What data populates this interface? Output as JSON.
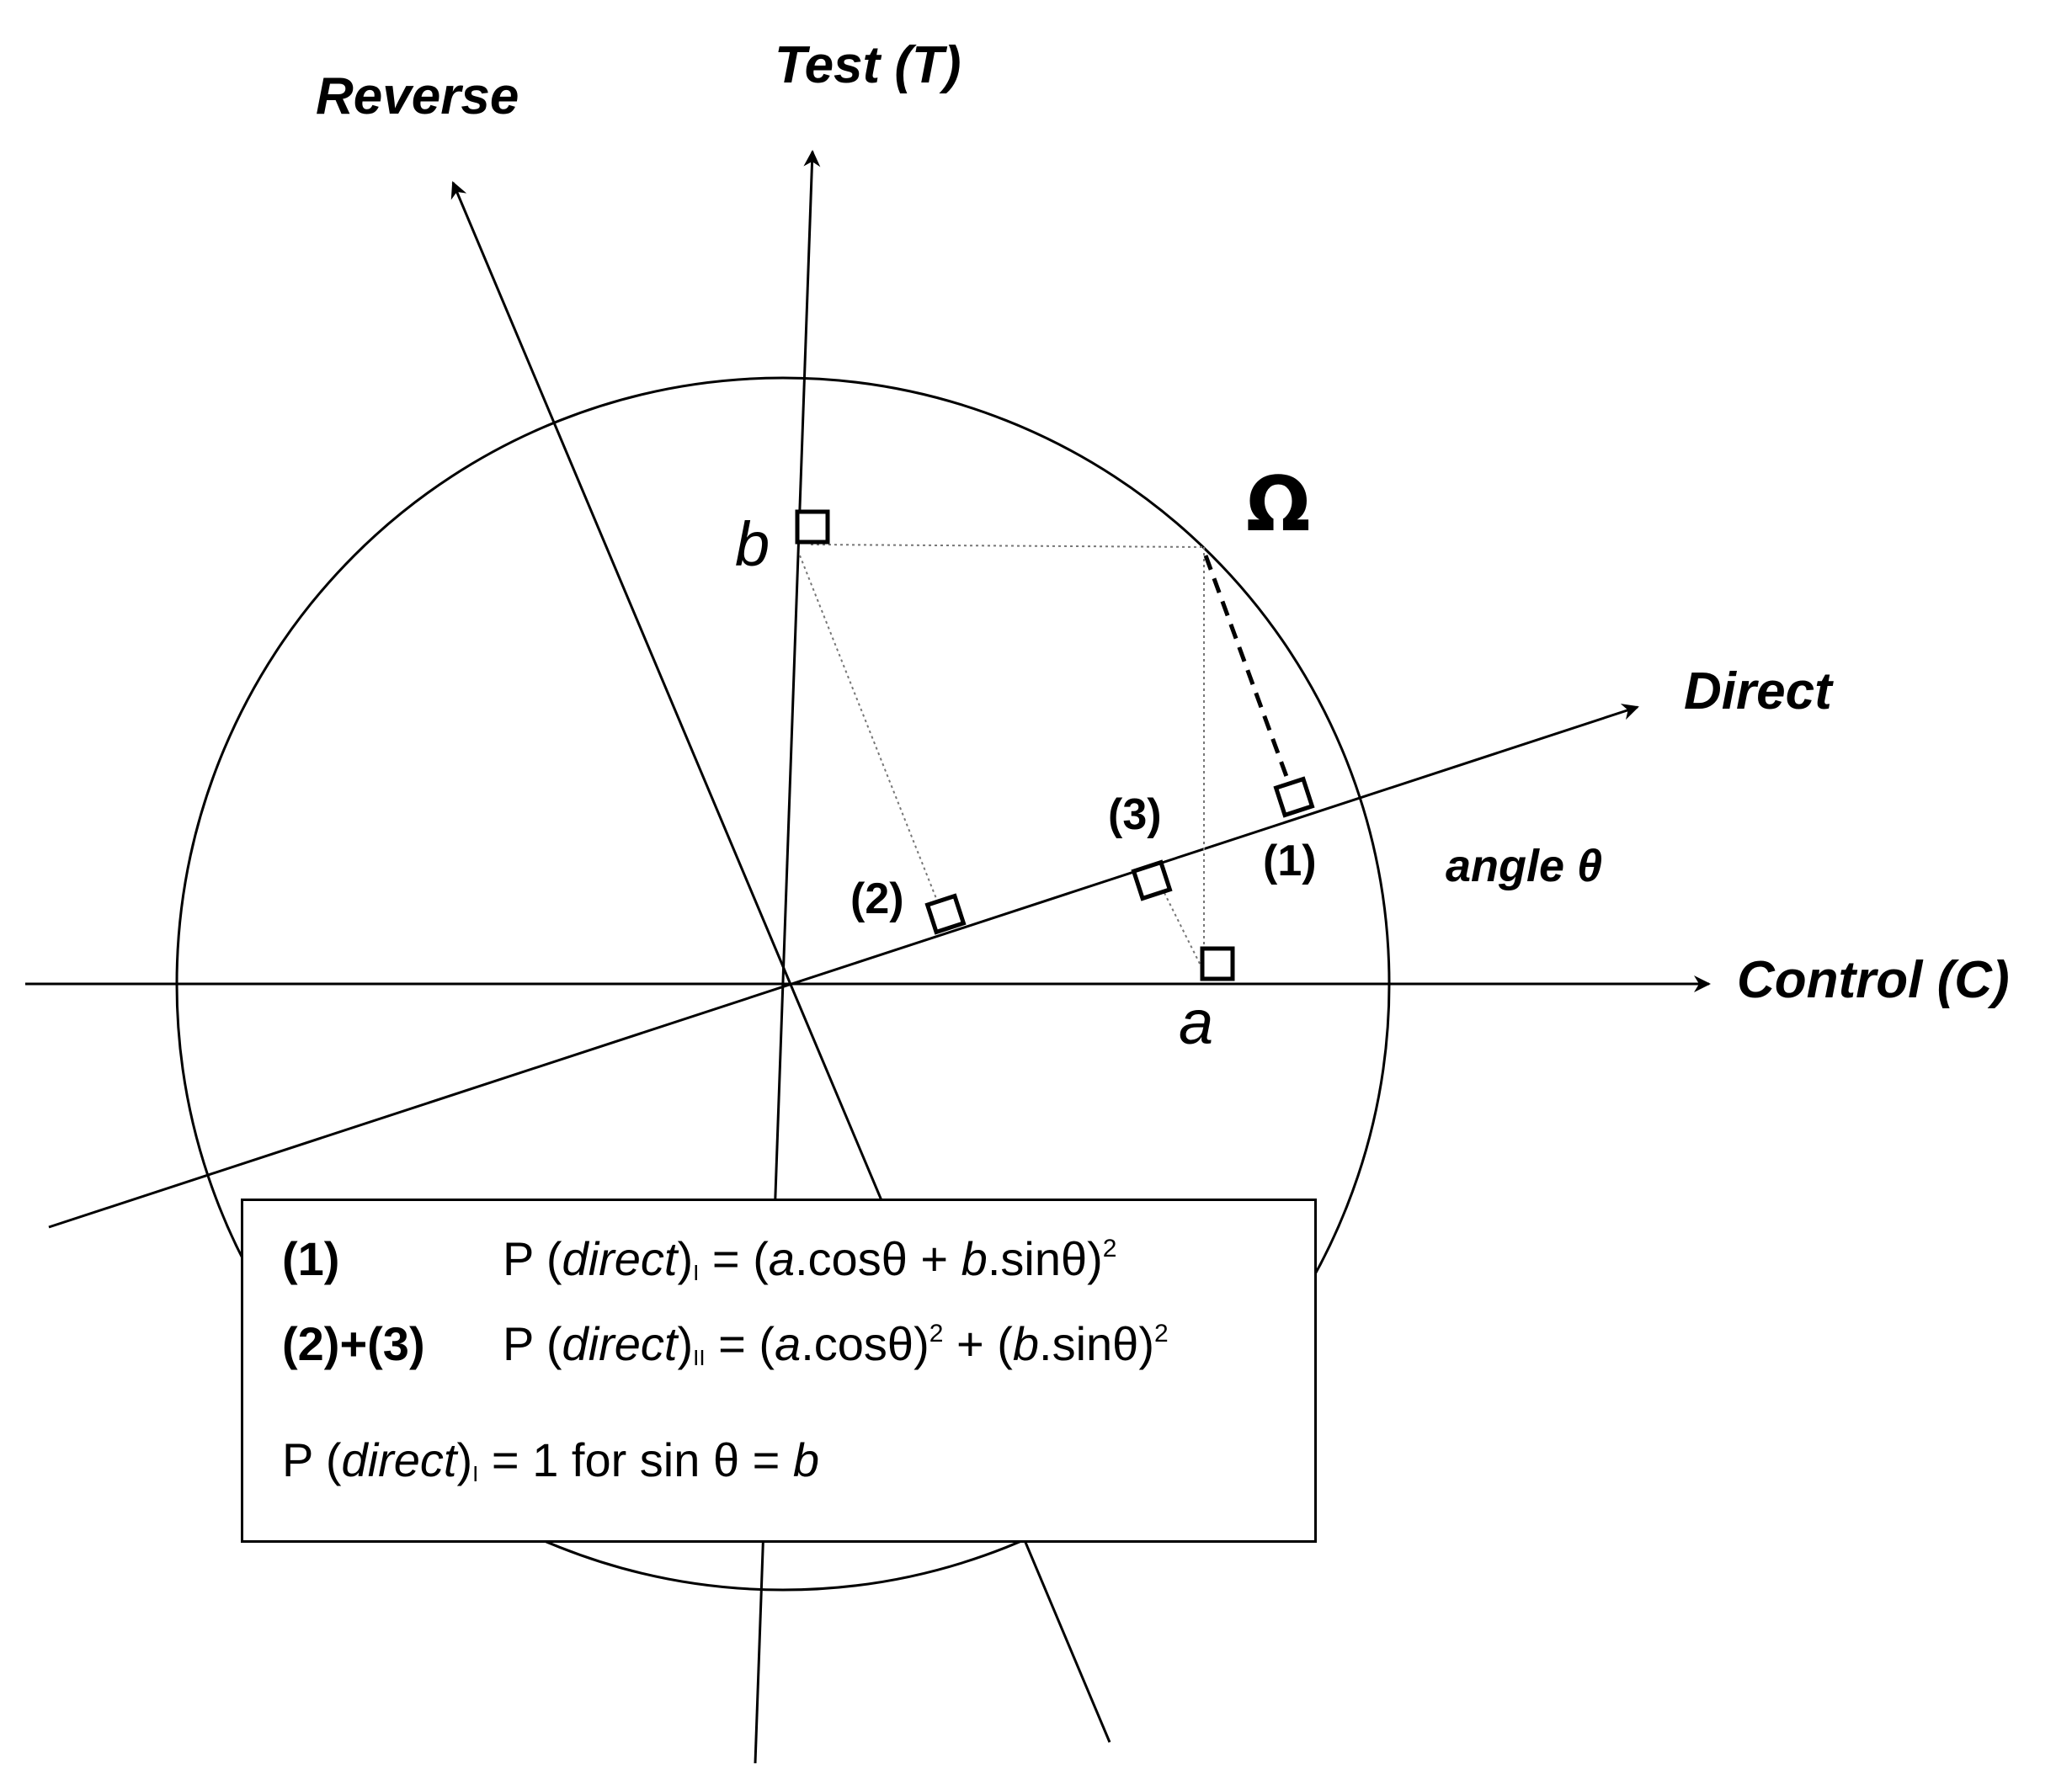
{
  "axes": {
    "test_label": "Test (T)",
    "control_label": "Control (C)",
    "direct_label": "Direct",
    "reverse_label": "Reverse"
  },
  "points": {
    "a_label": "a",
    "b_label": "b",
    "omega_label": "Ω"
  },
  "angle_label": "angle θ",
  "markers": {
    "m1": "(1)",
    "m2": "(2)",
    "m3": "(3)"
  },
  "formulas": {
    "row1_tag": "(1)",
    "row2_tag": "(2)+(3)",
    "p_prefix": "P (",
    "direct_word": "direct",
    "close_paren": ")",
    "sub_I": "I",
    "sub_II": "II",
    "row1_rhs_a": " = (",
    "a": "a",
    "row1_rhs_b": ".cosθ + ",
    "b": "b",
    "row1_rhs_c": ".sinθ)",
    "sup_2": "2",
    "row2_rhs_a": " = (",
    "row2_rhs_b": ".cosθ)",
    "row2_rhs_c": " + (",
    "row2_rhs_d": ".sinθ)",
    "row3_rhs": " = 1 for sin θ = "
  }
}
